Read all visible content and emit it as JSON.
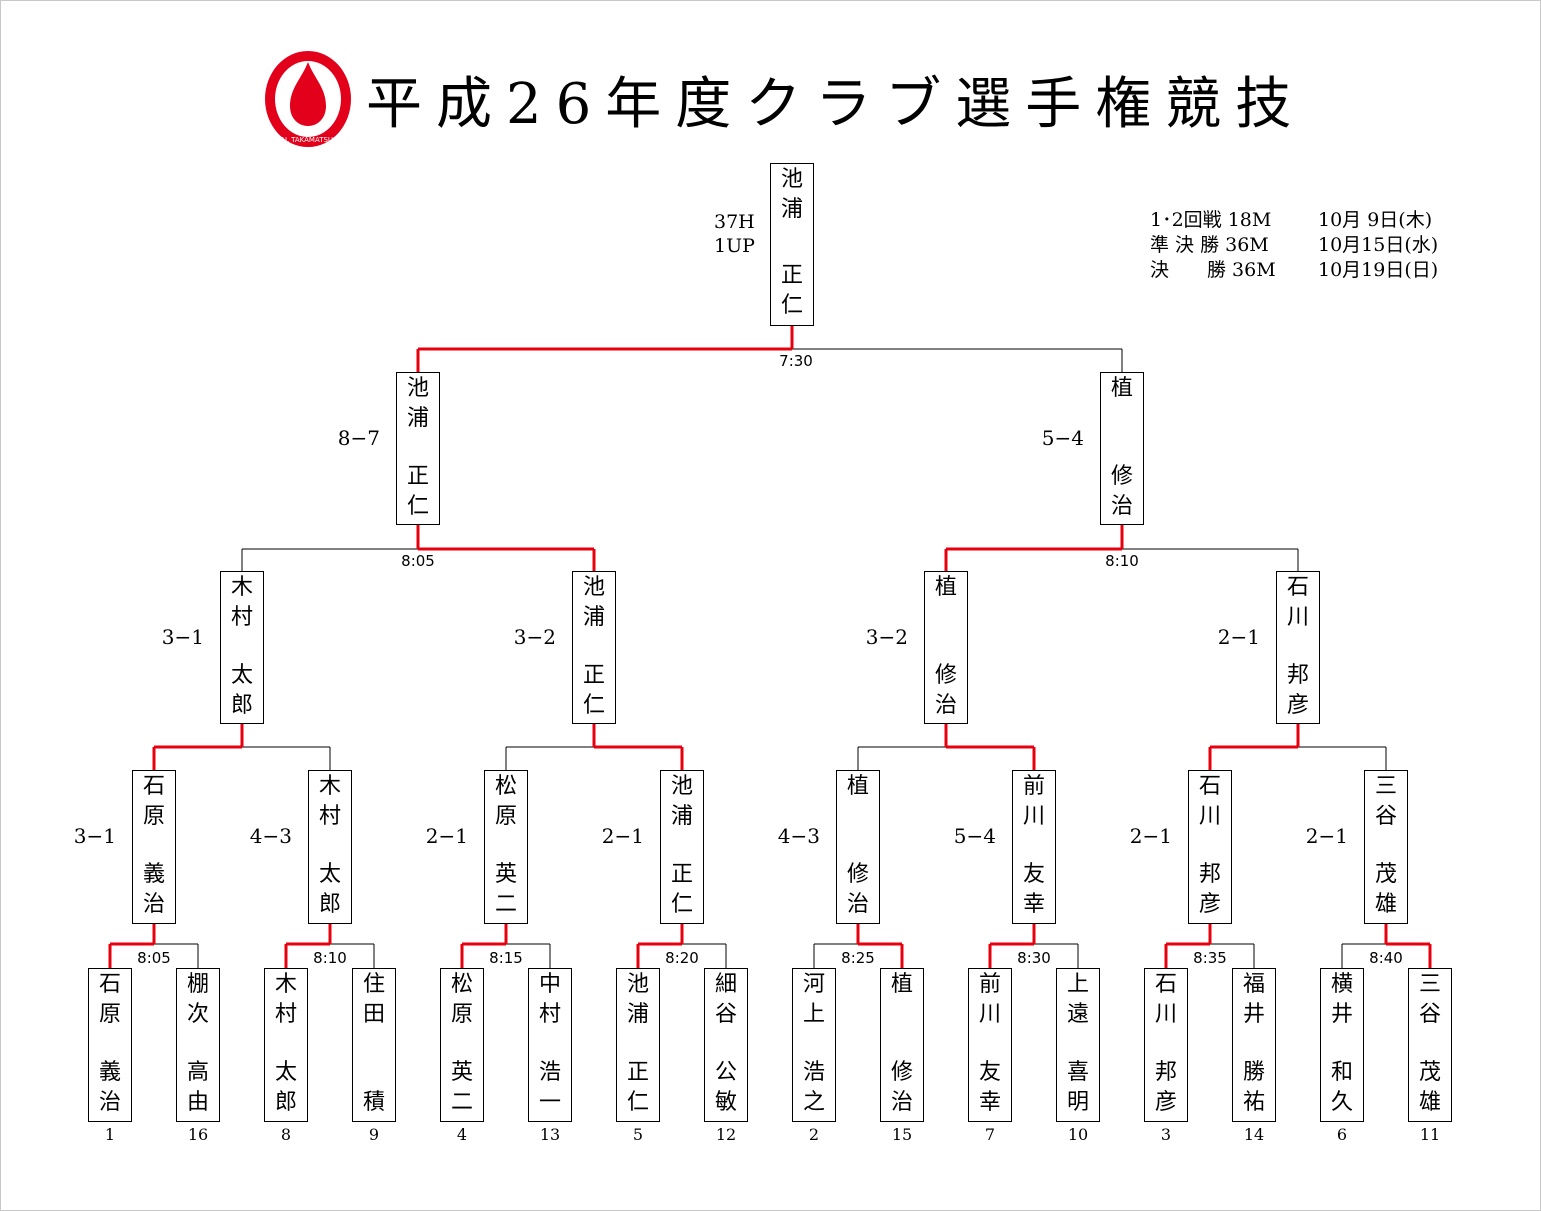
{
  "title": "平成26年度クラブ選手権競技",
  "logo": {
    "text": "ROYAL TAKAMATSU C.C.",
    "colors": {
      "ring": "#e3001b",
      "drop": "#e3001b"
    }
  },
  "schedule": [
    {
      "round": "1･2回戦",
      "holes": "18M",
      "date": "10月 9日(木)"
    },
    {
      "round": "準 決 勝",
      "holes": "36M",
      "date": "10月15日(水)"
    },
    {
      "round": "決　　勝",
      "holes": "36M",
      "date": "10月19日(日)"
    }
  ],
  "colors": {
    "winner_line": "#e8000e",
    "line": "#000000"
  },
  "final": {
    "winner": [
      "池",
      "浦",
      "正",
      "仁"
    ],
    "score": [
      "37H",
      "1UP"
    ],
    "time": "7:30"
  },
  "semifinals": [
    {
      "name": [
        "池",
        "浦",
        "正",
        "仁"
      ],
      "score": "8−7"
    },
    {
      "name": [
        "植",
        "",
        "修",
        "治"
      ],
      "score": "5−4"
    }
  ],
  "semi_times": [
    "8:05",
    "8:10"
  ],
  "quarterfinals": [
    {
      "name": [
        "木",
        "村",
        "太",
        "郎"
      ],
      "score": "3−1"
    },
    {
      "name": [
        "池",
        "浦",
        "正",
        "仁"
      ],
      "score": "3−2"
    },
    {
      "name": [
        "植",
        "",
        "修",
        "治"
      ],
      "score": "3−2"
    },
    {
      "name": [
        "石",
        "川",
        "邦",
        "彦"
      ],
      "score": "2−1"
    }
  ],
  "round2": [
    {
      "name": [
        "石",
        "原",
        "義",
        "治"
      ],
      "score": "3−1"
    },
    {
      "name": [
        "木",
        "村",
        "太",
        "郎"
      ],
      "score": "4−3"
    },
    {
      "name": [
        "松",
        "原",
        "英",
        "二"
      ],
      "score": "2−1"
    },
    {
      "name": [
        "池",
        "浦",
        "正",
        "仁"
      ],
      "score": "2−1"
    },
    {
      "name": [
        "植",
        "",
        "修",
        "治"
      ],
      "score": "4−3"
    },
    {
      "name": [
        "前",
        "川",
        "友",
        "幸"
      ],
      "score": "5−4"
    },
    {
      "name": [
        "石",
        "川",
        "邦",
        "彦"
      ],
      "score": "2−1"
    },
    {
      "name": [
        "三",
        "谷",
        "茂",
        "雄"
      ],
      "score": "2−1"
    }
  ],
  "round1_times": [
    "8:05",
    "8:10",
    "8:15",
    "8:20",
    "8:25",
    "8:30",
    "8:35",
    "8:40"
  ],
  "entrants": [
    {
      "name": [
        "石",
        "原",
        "義",
        "治"
      ],
      "seed": "1"
    },
    {
      "name": [
        "棚",
        "次",
        "高",
        "由"
      ],
      "seed": "16"
    },
    {
      "name": [
        "木",
        "村",
        "太",
        "郎"
      ],
      "seed": "8"
    },
    {
      "name": [
        "住",
        "田",
        "",
        "積"
      ],
      "seed": "9"
    },
    {
      "name": [
        "松",
        "原",
        "英",
        "二"
      ],
      "seed": "4"
    },
    {
      "name": [
        "中",
        "村",
        "浩",
        "一"
      ],
      "seed": "13"
    },
    {
      "name": [
        "池",
        "浦",
        "正",
        "仁"
      ],
      "seed": "5"
    },
    {
      "name": [
        "細",
        "谷",
        "公",
        "敏"
      ],
      "seed": "12"
    },
    {
      "name": [
        "河",
        "上",
        "浩",
        "之"
      ],
      "seed": "2"
    },
    {
      "name": [
        "植",
        "",
        "修",
        "治"
      ],
      "seed": "15"
    },
    {
      "name": [
        "前",
        "川",
        "友",
        "幸"
      ],
      "seed": "7"
    },
    {
      "name": [
        "上",
        "遠",
        "喜",
        "明"
      ],
      "seed": "10"
    },
    {
      "name": [
        "石",
        "川",
        "邦",
        "彦"
      ],
      "seed": "3"
    },
    {
      "name": [
        "福",
        "井",
        "勝",
        "祐"
      ],
      "seed": "14"
    },
    {
      "name": [
        "横",
        "井",
        "和",
        "久"
      ],
      "seed": "6"
    },
    {
      "name": [
        "三",
        "谷",
        "茂",
        "雄"
      ],
      "seed": "11"
    }
  ],
  "round1_winner_side": [
    "L",
    "L",
    "L",
    "L",
    "R",
    "L",
    "L",
    "R"
  ],
  "round2_winner_side": [
    "L",
    "R",
    "R",
    "L"
  ],
  "quarter_winner_side": [
    "R",
    "L"
  ],
  "semi_winner_side": "L"
}
